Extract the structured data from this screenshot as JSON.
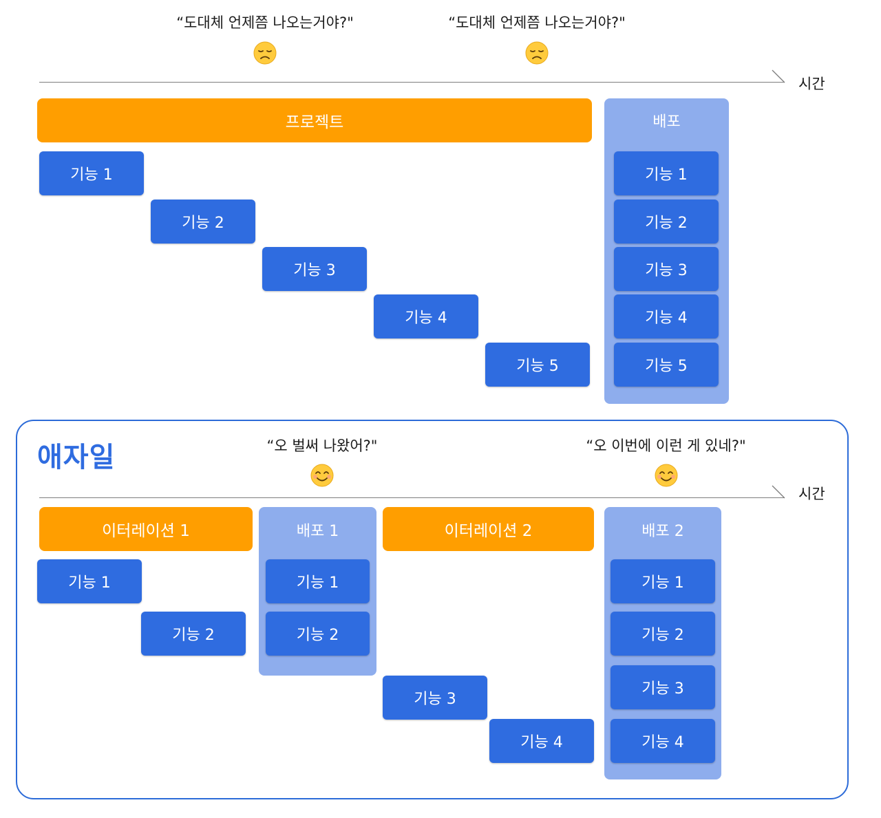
{
  "waterfall": {
    "quote_left": "“도대체 언제쯤 나오는거야?\"",
    "quote_right": "“도대체 언제쯤 나오는거야?\"",
    "emoji_left": "disappointed-face-icon",
    "emoji_right": "disappointed-face-icon",
    "time_label": "시간",
    "project_label": "프로젝트",
    "deploy_label": "배포",
    "features": [
      "기능 1",
      "기능 2",
      "기능 3",
      "기능 4",
      "기능 5"
    ],
    "deploy_features": [
      "기능 1",
      "기능 2",
      "기능 3",
      "기능 4",
      "기능 5"
    ]
  },
  "agile": {
    "title": "애자일",
    "quote_left": "“오 벌써 나왔어?\"",
    "quote_right": "“오 이번에 이런 게 있네?\"",
    "emoji_left": "smiling-face-icon",
    "emoji_right": "smiling-face-icon",
    "time_label": "시간",
    "iteration1_label": "이터레이션 1",
    "iteration2_label": "이터레이션 2",
    "deploy1_label": "배포 1",
    "deploy2_label": "배포 2",
    "features": [
      "기능 1",
      "기능 2",
      "기능 3",
      "기능 4"
    ],
    "deploy1_features": [
      "기능 1",
      "기능 2"
    ],
    "deploy2_features": [
      "기능 1",
      "기능 2",
      "기능 3",
      "기능 4"
    ]
  },
  "colors": {
    "orange": "#ff9e00",
    "feature_blue": "#2f6ce0",
    "deploy_panel": "#8eaded",
    "agile_border": "#2c6bd8"
  }
}
